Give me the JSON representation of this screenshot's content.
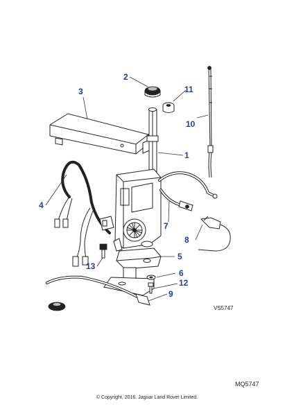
{
  "callouts": [
    {
      "number": "1"
    },
    {
      "number": "2"
    },
    {
      "number": "3"
    },
    {
      "number": "4"
    },
    {
      "number": "5"
    },
    {
      "number": "6"
    },
    {
      "number": "7"
    },
    {
      "number": "8"
    },
    {
      "number": "9"
    },
    {
      "number": "10"
    },
    {
      "number": "11"
    },
    {
      "number": "12"
    },
    {
      "number": "13"
    }
  ],
  "drawing_ref": "VS5747",
  "page_ref": "MQ5747",
  "copyright": "© Copyright, 2016. Jaguar Land Rover Limited.",
  "colors": {
    "callout": "#1a3fa8",
    "line": "#222222",
    "background": "#ffffff"
  }
}
